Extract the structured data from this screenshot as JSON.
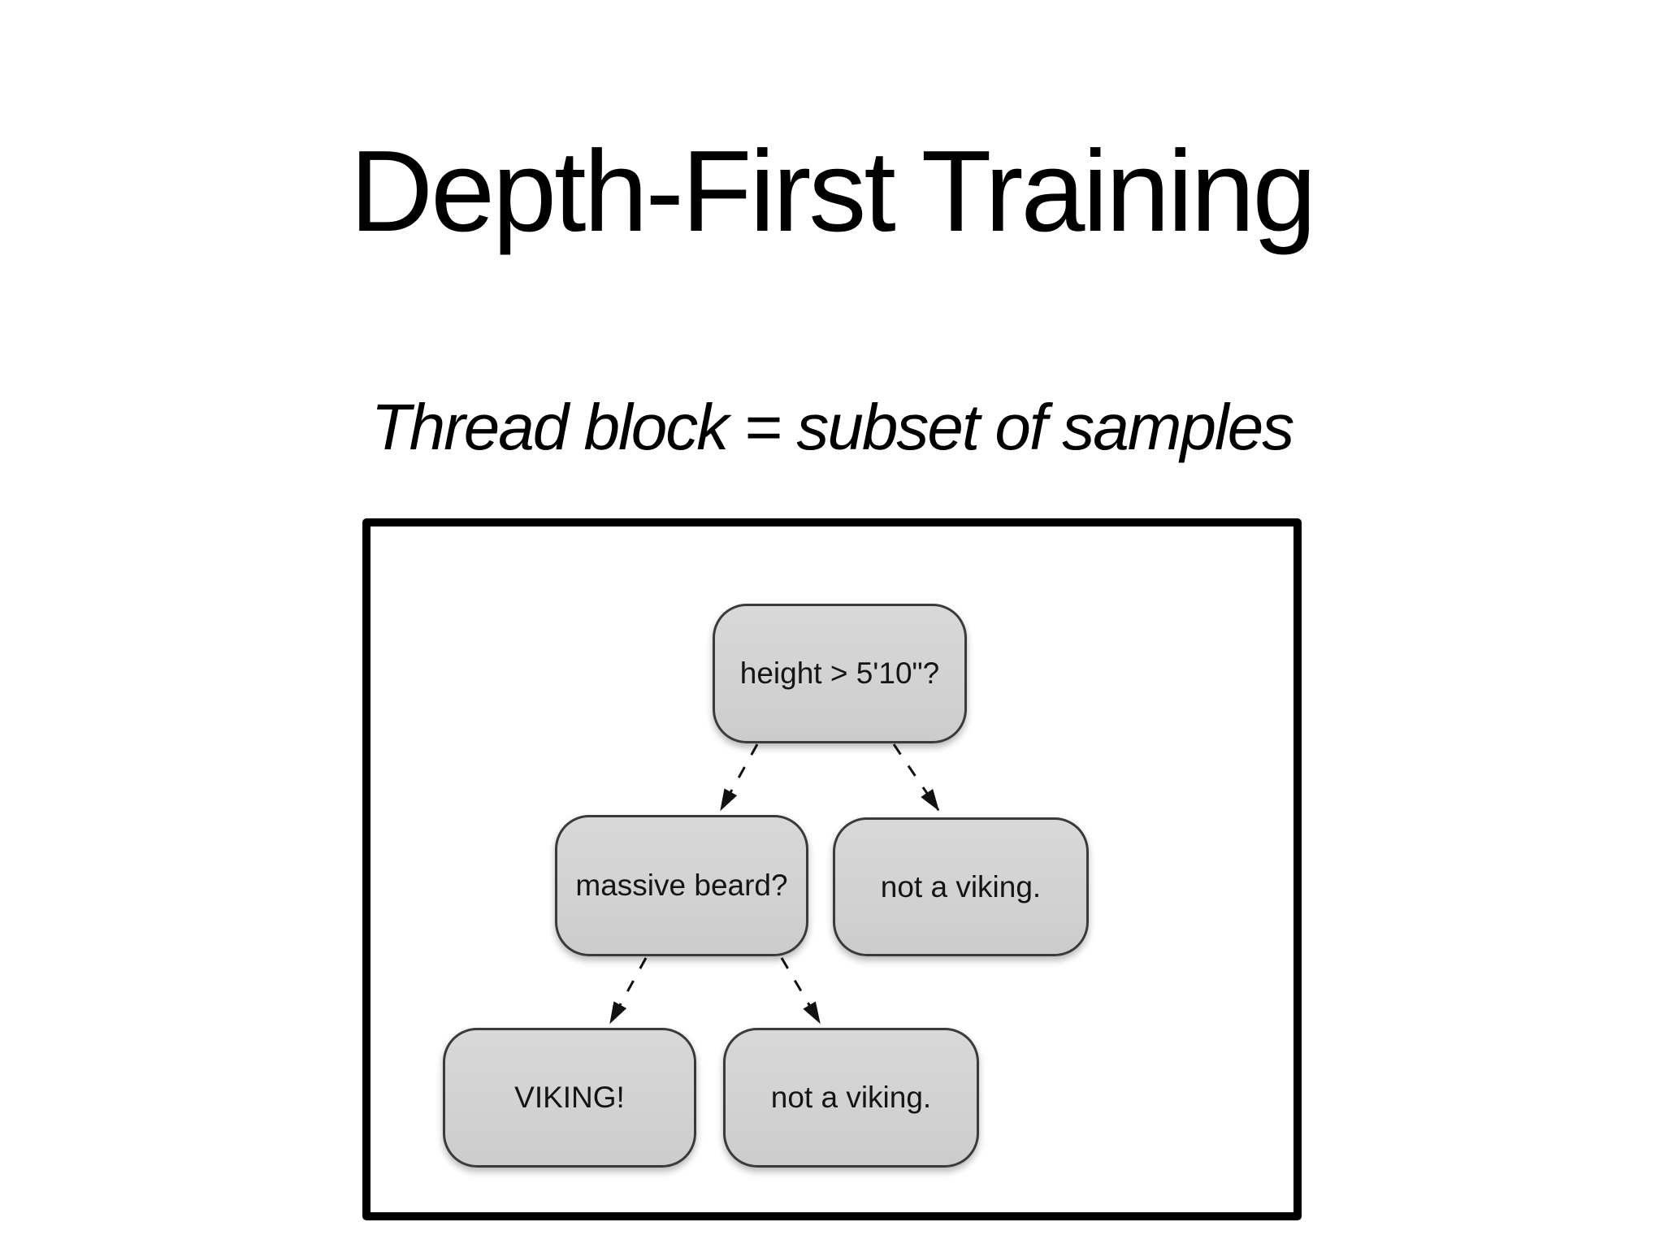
{
  "slide": {
    "title": "Depth-First Training",
    "subtitle": "Thread block = subset of samples"
  },
  "diagram": {
    "type": "decision_tree",
    "nodes": [
      {
        "id": "root",
        "label": "height > 5'10\"?",
        "level": 0
      },
      {
        "id": "mid-left",
        "label": "massive beard?",
        "level": 1
      },
      {
        "id": "mid-right",
        "label": "not a viking.",
        "level": 1
      },
      {
        "id": "bottom-left",
        "label": "VIKING!",
        "level": 2
      },
      {
        "id": "bottom-right",
        "label": "not a viking.",
        "level": 2
      }
    ],
    "edges": [
      {
        "from": "root",
        "to": "mid-left",
        "style": "dashed-arrow"
      },
      {
        "from": "root",
        "to": "mid-right",
        "style": "dashed-arrow"
      },
      {
        "from": "mid-left",
        "to": "bottom-left",
        "style": "dashed-arrow"
      },
      {
        "from": "mid-left",
        "to": "bottom-right",
        "style": "dashed-arrow"
      }
    ],
    "colors": {
      "background": "#ffffff",
      "frame_border": "#000000",
      "node_fill": "#d2d2d2",
      "node_border": "#3a3a3a",
      "edge": "#111111",
      "text": "#000000"
    }
  }
}
